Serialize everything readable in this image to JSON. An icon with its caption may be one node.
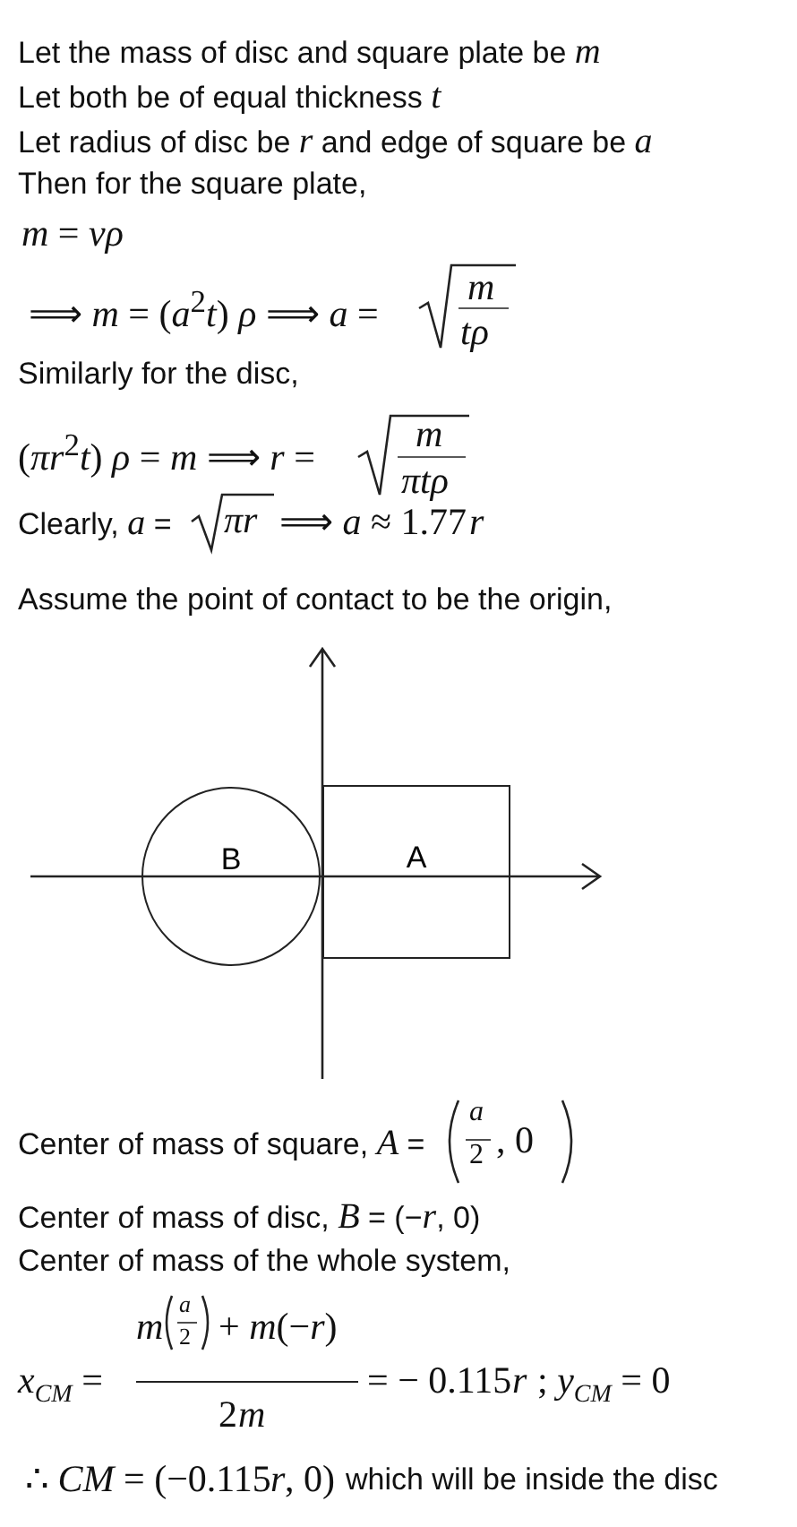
{
  "diagram": {
    "nodes": [
      {
        "text": [
          "B"
        ]
      },
      {
        "text": [
          "A"
        ]
      }
    ],
    "labels": [
      "Let the mass of disc and square plate be *m*",
      "Let both be of equal thickness *t*",
      "Let radius of disc be *r* and edge of square be *a*",
      "Then for the square plate,",
      "*m* = *vρ*",
      "⟹ *m* = (*a*$^{2}$*t*) *ρ* ⟹ *a* =",
      "*m*",
      "*tρ*",
      "Similarly for the disc,",
      "(*πr*$^{2}$*t*) *ρ* = *m* ⟹ *r* =",
      "*m*",
      "*πtρ*",
      "Clearly, *a* =",
      "*πr*",
      "⟹ *a* ≈ 1.77",
      "r",
      "Assume the point of contact to be the origin,",
      "Center of mass of square, *A* =",
      "*a*",
      "2",
      ", 0",
      "Center of mass of disc, *B* = (−*r*, 0)",
      "Center of mass of the whole system,",
      "*x*$_{CM}$ =",
      "*m*",
      "*a*",
      "2",
      "+ *m*(−*r*)",
      "2",
      "m",
      "= − 0.115",
      "r",
      "; *y*$_{CM}$ = 0",
      "∴ *CM* = (−0.115",
      "r",
      ", 0)",
      "which will be inside the disc"
    ]
  }
}
